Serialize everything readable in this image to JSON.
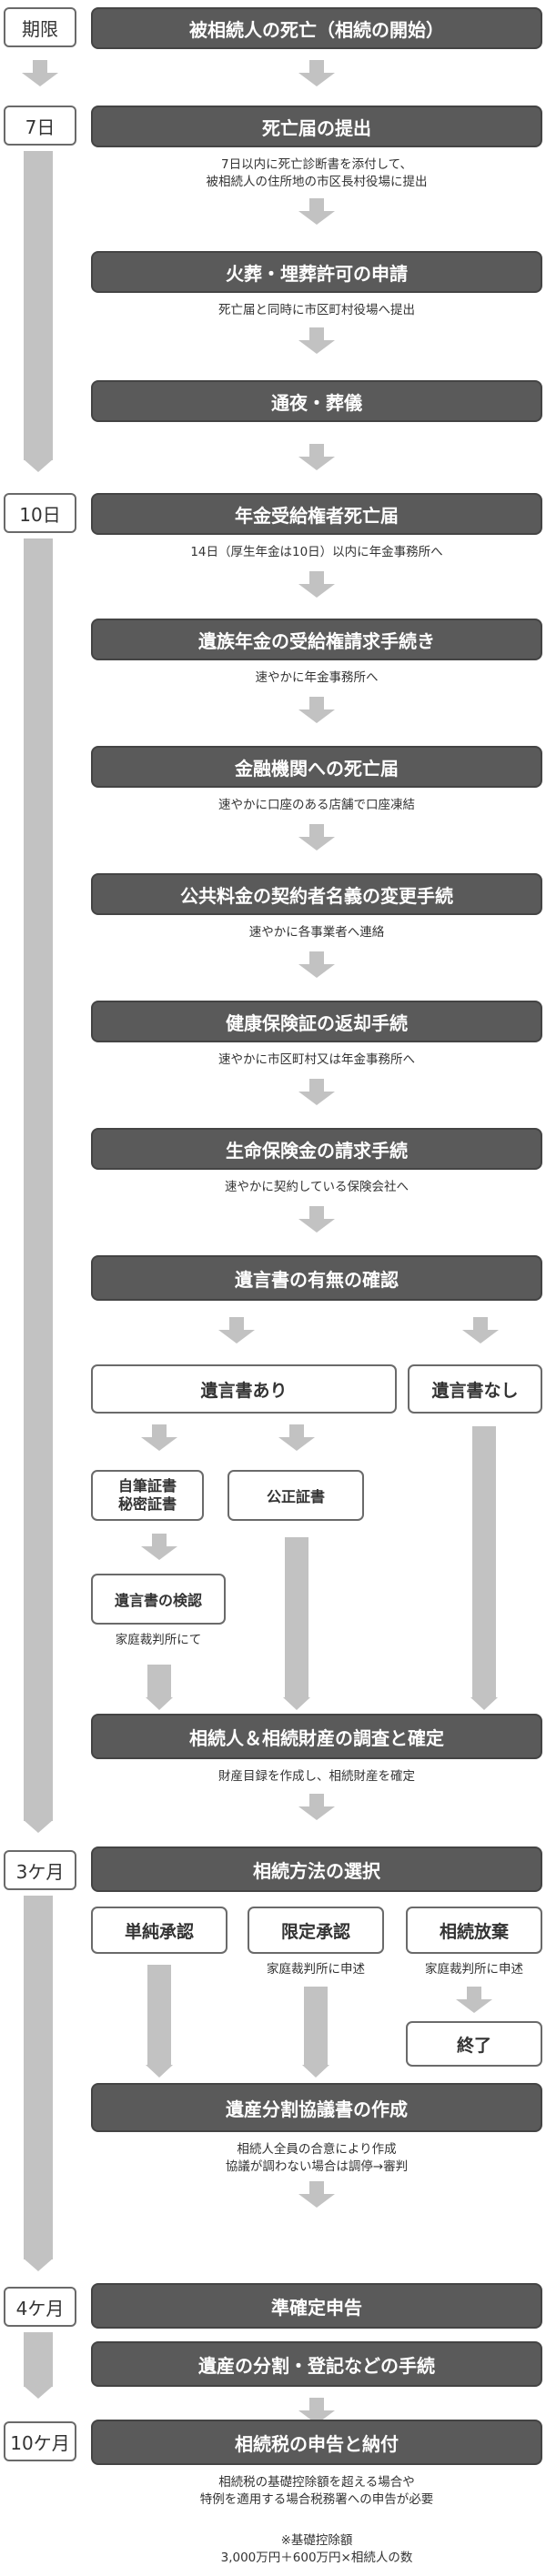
{
  "periods": {
    "p0": "期限",
    "p1": "7日",
    "p2": "10日",
    "p3": "3ケ月",
    "p4": "4ケ月",
    "p5": "10ケ月"
  },
  "steps": {
    "s0": "被相続人の死亡（相続の開始）",
    "s1": "死亡届の提出",
    "s2": "火葬・埋葬許可の申請",
    "s3": "通夜・葬儀",
    "s4": "年金受給権者死亡届",
    "s5": "遺族年金の受給権請求手続き",
    "s6": "金融機関への死亡届",
    "s7": "公共料金の契約者名義の変更手続",
    "s8": "健康保険証の返却手続",
    "s9": "生命保険金の請求手続",
    "s10": "遺言書の有無の確認",
    "s11": "相続人＆相続財産の調査と確定",
    "s12": "相続方法の選択",
    "s13": "遺産分割協議書の作成",
    "s14": "準確定申告",
    "s15": "遺産の分割・登記などの手続",
    "s16": "相続税の申告と納付"
  },
  "branches": {
    "will_yes": "遺言書あり",
    "will_no": "遺言書なし",
    "holographic_1": "自筆証書",
    "holographic_2": "秘密証書",
    "notarized": "公正証書",
    "inspection": "遺言書の検認",
    "simple": "単純承認",
    "limited": "限定承認",
    "renounce": "相続放棄",
    "end": "終了"
  },
  "notes": {
    "n1": "7日以内に死亡診断書を添付して、\n被相続人の住所地の市区長村役場に提出",
    "n2": "死亡届と同時に市区町村役場へ提出",
    "n3": "14日（厚生年金は10日）以内に年金事務所へ",
    "n4": "速やかに年金事務所へ",
    "n5": "速やかに口座のある店舗で口座凍結",
    "n6": "速やかに各事業者へ連絡",
    "n7": "速やかに市区町村又は年金事務所へ",
    "n8": "速やかに契約している保険会社へ",
    "n9": "家庭裁判所にて",
    "n10": "財産目録を作成し、相続財産を確定",
    "n11": "家庭裁判所に申述",
    "n12": "家庭裁判所に申述",
    "n13": "相続人全員の合意により作成\n協議が調わない場合は調停→審判",
    "n14": "相続税の基礎控除額を超える場合や\n特例を適用する場合税務署への申告が必要",
    "n15": "※基礎控除額\n3,000万円＋600万円×相続人の数"
  }
}
